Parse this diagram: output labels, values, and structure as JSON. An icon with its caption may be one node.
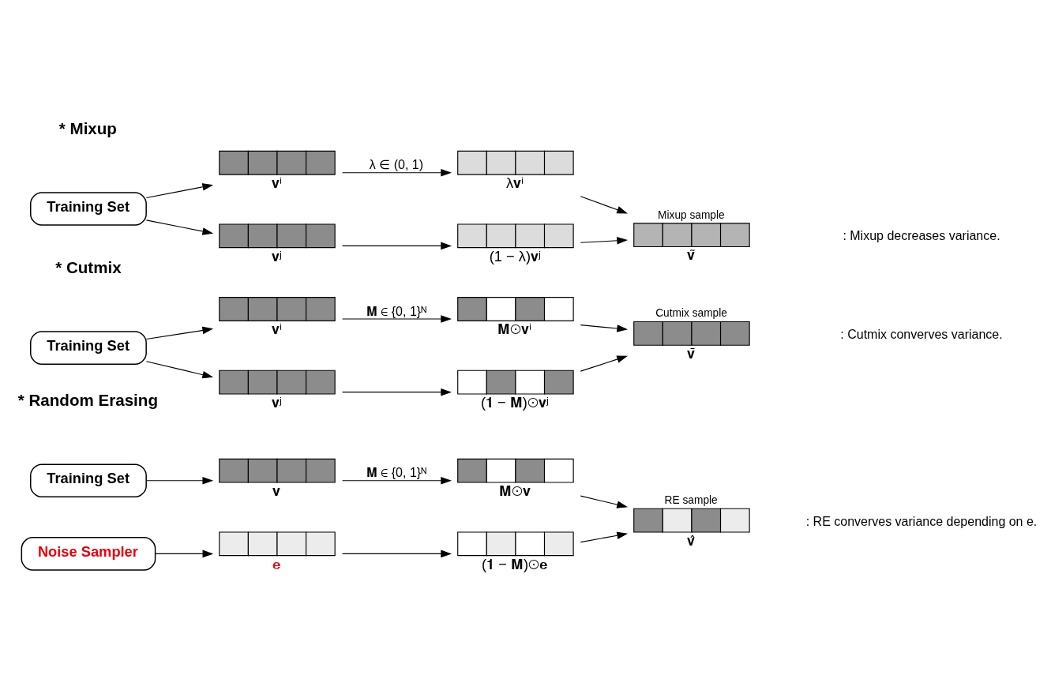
{
  "diagram": {
    "nodes": [
      {
        "text": [
          "Training Set"
        ]
      },
      {
        "text": [],
        "shape": "bar",
        "beside": [
          "𝐯ⁱ"
        ]
      },
      {
        "text": [],
        "shape": "bar",
        "beside": [
          "𝐯ʲ"
        ]
      },
      {
        "text": [],
        "shape": "bar",
        "beside": [
          "λ𝐯ⁱ"
        ]
      },
      {
        "text": [],
        "shape": "bar",
        "beside": [
          "(1 − λ)𝐯ʲ"
        ]
      },
      {
        "text": [
          "Mixup sample"
        ],
        "beside": [
          "𝐯̃"
        ]
      },
      {
        "text": [
          "Training Set"
        ]
      },
      {
        "text": [],
        "shape": "bar",
        "beside": [
          "𝐯ⁱ"
        ]
      },
      {
        "text": [],
        "shape": "bar",
        "beside": [
          "𝐯ʲ"
        ]
      },
      {
        "text": [],
        "shape": "bar",
        "beside": [
          "𝐌⊙𝐯ⁱ"
        ]
      },
      {
        "text": [],
        "shape": "bar",
        "beside": [
          "(𝟏 − 𝐌)⊙𝐯ʲ"
        ]
      },
      {
        "text": [
          "Cutmix sample"
        ],
        "beside": [
          "𝐯̄"
        ]
      },
      {
        "text": [
          "Training Set"
        ]
      },
      {
        "text": [
          "Noise Sampler"
        ]
      },
      {
        "text": [],
        "shape": "bar",
        "beside": [
          "𝐯"
        ]
      },
      {
        "text": [],
        "shape": "bar",
        "beside": [
          "𝐞"
        ]
      },
      {
        "text": [],
        "shape": "bar",
        "beside": [
          "𝐌⊙𝐯"
        ]
      },
      {
        "text": [],
        "shape": "bar",
        "beside": [
          "(𝟏 − 𝐌)⊙𝐞"
        ]
      },
      {
        "text": [
          "RE sample"
        ],
        "beside": [
          "𝐯̂"
        ]
      }
    ],
    "edges": [
      {
        "from": 0,
        "to": 1,
        "arrow": "to"
      },
      {
        "from": 0,
        "to": 2,
        "arrow": "to"
      },
      {
        "from": 1,
        "to": 3,
        "arrow": "to",
        "label": "λ ∈ (0, 1)"
      },
      {
        "from": 2,
        "to": 4,
        "arrow": "to"
      },
      {
        "from": 3,
        "to": 5,
        "arrow": "to"
      },
      {
        "from": 4,
        "to": 5,
        "arrow": "to"
      },
      {
        "from": 6,
        "to": 7,
        "arrow": "to"
      },
      {
        "from": 6,
        "to": 8,
        "arrow": "to"
      },
      {
        "from": 7,
        "to": 9,
        "arrow": "to",
        "label": "𝐌 ∈ {0, 1}ᴺ"
      },
      {
        "from": 8,
        "to": 10,
        "arrow": "to"
      },
      {
        "from": 9,
        "to": 11,
        "arrow": "to"
      },
      {
        "from": 10,
        "to": 11,
        "arrow": "to"
      },
      {
        "from": 12,
        "to": 14,
        "arrow": "to"
      },
      {
        "from": 13,
        "to": 15,
        "arrow": "to"
      },
      {
        "from": 14,
        "to": 16,
        "arrow": "to",
        "label": "𝐌 ∈ {0, 1}ᴺ"
      },
      {
        "from": 15,
        "to": 17,
        "arrow": "to"
      },
      {
        "from": 16,
        "to": 18,
        "arrow": "to"
      },
      {
        "from": 17,
        "to": 18,
        "arrow": "to"
      }
    ],
    "labels": [
      "* Mixup",
      ": Mixup decreases variance.",
      "* Cutmix",
      ": Cutmix converves variance.",
      "* Random Erasing",
      ": RE converves variance depending on e."
    ]
  }
}
